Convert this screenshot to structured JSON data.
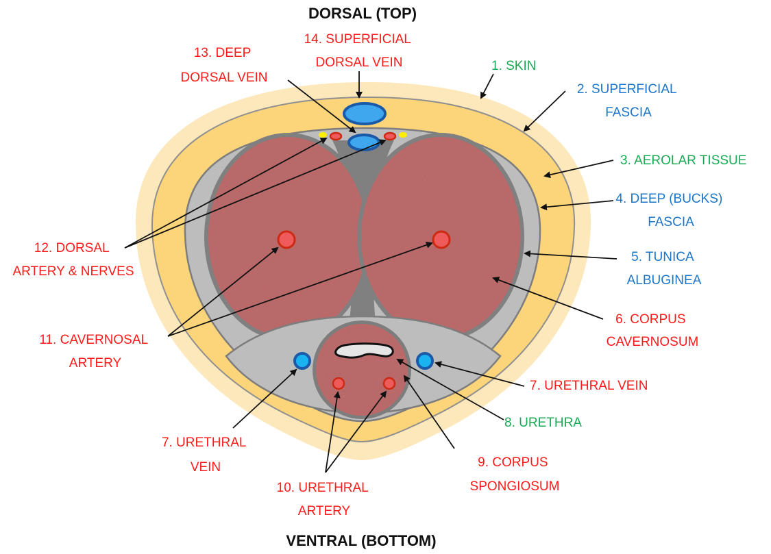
{
  "diagram": {
    "top_title": "DORSAL (TOP)",
    "bottom_title": "VENTRAL (BOTTOM)",
    "colors": {
      "red_label": "#ff1a1a",
      "blue_label": "#1b75c8",
      "green_label": "#1aaa55",
      "skin": "#fde8bc",
      "superficial_fascia": "#fcd47a",
      "bucks_fascia": "#bdbdbd",
      "tunica": "#8a8a8a",
      "corpus": "#b96565",
      "vein_fill": "#3ea7ee",
      "vein_stroke": "#1a5aa8",
      "artery_fill": "#ef5b5b",
      "artery_stroke": "#cc2a12",
      "nerve": "#ffee00"
    },
    "labels": [
      {
        "id": "skin",
        "lines": [
          "1. SKIN"
        ],
        "color": "green"
      },
      {
        "id": "superficial-fascia",
        "lines": [
          "2. SUPERFICIAL",
          "FASCIA"
        ],
        "color": "blue"
      },
      {
        "id": "aerolar-tissue",
        "lines": [
          "3. AEROLAR TISSUE"
        ],
        "color": "green"
      },
      {
        "id": "deep-bucks-fascia",
        "lines": [
          "4. DEEP (BUCKS)",
          "FASCIA"
        ],
        "color": "blue"
      },
      {
        "id": "tunica-albuginea",
        "lines": [
          "5. TUNICA",
          "ALBUGINEA"
        ],
        "color": "blue"
      },
      {
        "id": "corpus-cavernosum",
        "lines": [
          "6. CORPUS",
          "CAVERNOSUM"
        ],
        "color": "red"
      },
      {
        "id": "urethral-vein-right",
        "lines": [
          "7. URETHRAL VEIN"
        ],
        "color": "red"
      },
      {
        "id": "urethra",
        "lines": [
          "8. URETHRA"
        ],
        "color": "green"
      },
      {
        "id": "corpus-spongiosum",
        "lines": [
          "9. CORPUS",
          "SPONGIOSUM"
        ],
        "color": "red"
      },
      {
        "id": "urethral-artery",
        "lines": [
          "10. URETHRAL",
          "ARTERY"
        ],
        "color": "red"
      },
      {
        "id": "cavernosal-artery",
        "lines": [
          "11. CAVERNOSAL",
          "ARTERY"
        ],
        "color": "red"
      },
      {
        "id": "dorsal-artery-nerves",
        "lines": [
          "12. DORSAL",
          "ARTERY & NERVES"
        ],
        "color": "red"
      },
      {
        "id": "deep-dorsal-vein",
        "lines": [
          "13. DEEP",
          "DORSAL VEIN"
        ],
        "color": "red"
      },
      {
        "id": "superficial-dorsal-vein",
        "lines": [
          "14. SUPERFICIAL",
          "DORSAL VEIN"
        ],
        "color": "red"
      },
      {
        "id": "urethral-vein-left",
        "lines": [
          "7. URETHRAL",
          "VEIN"
        ],
        "color": "red"
      }
    ]
  }
}
